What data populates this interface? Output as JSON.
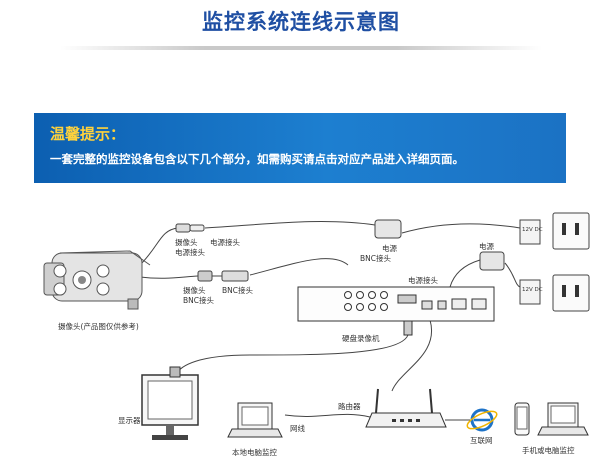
{
  "title": "监控系统连线示意图",
  "tip": {
    "heading": "温馨提示：",
    "text": "一套完整的监控设备包含以下几个部分，如需购买请点击对应产品进入详细页面。"
  },
  "labels": {
    "camera_power_1": "摄像头",
    "camera_power_2": "电源接头",
    "power_plug": "电源接头",
    "camera_bnc_1": "摄像头",
    "camera_bnc_2": "BNC接头",
    "bnc_plug": "BNC接头",
    "camera": "摄像头(产品图仅供参考)",
    "power_top": "电源",
    "power_right": "电源",
    "dvr_bnc": "BNC接头",
    "dvr_power": "电源接头",
    "dvr": "硬盘录像机",
    "monitor": "显示器",
    "network_cable": "网线",
    "local_pc": "本地电脑监控",
    "router": "路由器",
    "internet": "互联网",
    "remote": "手机或电脑监控",
    "adapter_1": "12V DC",
    "adapter_2": "12V DC"
  }
}
